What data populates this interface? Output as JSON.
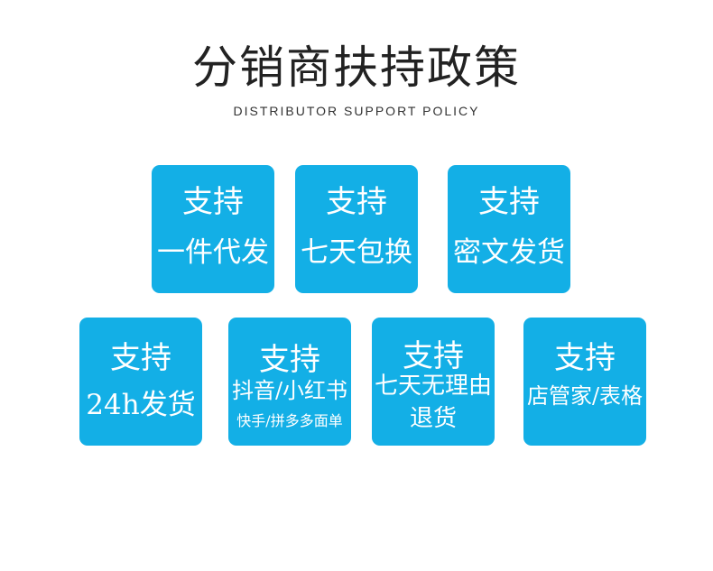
{
  "title": "分销商扶持政策",
  "subtitle": "DISTRIBUTOR SUPPORT POLICY",
  "accent_color": "#13afe6",
  "cards": [
    {
      "head": "支持",
      "lines": [
        "一件代发"
      ]
    },
    {
      "head": "支持",
      "lines": [
        "七天包换"
      ]
    },
    {
      "head": "支持",
      "lines": [
        "密文发货"
      ]
    },
    {
      "head": "支持",
      "lines": [
        "24h发货"
      ]
    },
    {
      "head": "支持",
      "lines": [
        "抖音/小红书",
        "快手/拼多多面单"
      ]
    },
    {
      "head": "支持",
      "lines": [
        "七天无理由",
        "退货"
      ]
    },
    {
      "head": "支持",
      "lines": [
        "店管家/表格"
      ]
    }
  ]
}
